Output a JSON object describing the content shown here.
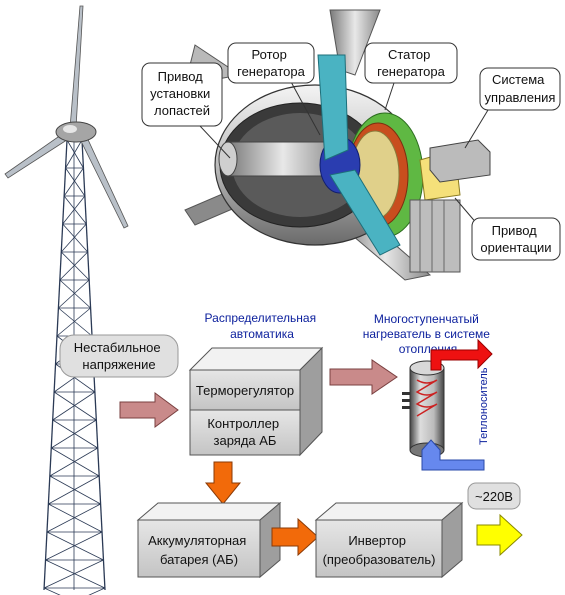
{
  "callouts": {
    "blade_drive": [
      "Привод",
      "установки",
      "лопастей"
    ],
    "rotor": [
      "Ротор",
      "генератора"
    ],
    "stator": [
      "Статор",
      "генератора"
    ],
    "control": [
      "Система",
      "управления"
    ],
    "yaw_drive": [
      "Привод",
      "ориентации"
    ],
    "unstable_voltage": [
      "Нестабильное",
      "напряжение"
    ]
  },
  "blocks": {
    "automation_title": [
      "Распределительная",
      "автоматика"
    ],
    "thermoregulator": "Терморегулятор",
    "charge_controller": [
      "Контроллер",
      "заряда АБ"
    ],
    "battery": [
      "Аккумуляторная",
      "батарея (АБ)"
    ],
    "inverter": [
      "Инвертор",
      "(преобразователь)"
    ],
    "heater_title": [
      "Многоступенчатый",
      "нагреватель в системе",
      "отопления"
    ],
    "coolant": "Теплоноситель",
    "output_voltage": "~220В"
  },
  "colors": {
    "arrow_pink": "#c98a8a",
    "arrow_orange": "#f26a0a",
    "arrow_yellow": "#ffff00",
    "arrow_red": "#ee1111",
    "arrow_blue": "#6688ee",
    "label_blue": "#0a1e9c"
  }
}
